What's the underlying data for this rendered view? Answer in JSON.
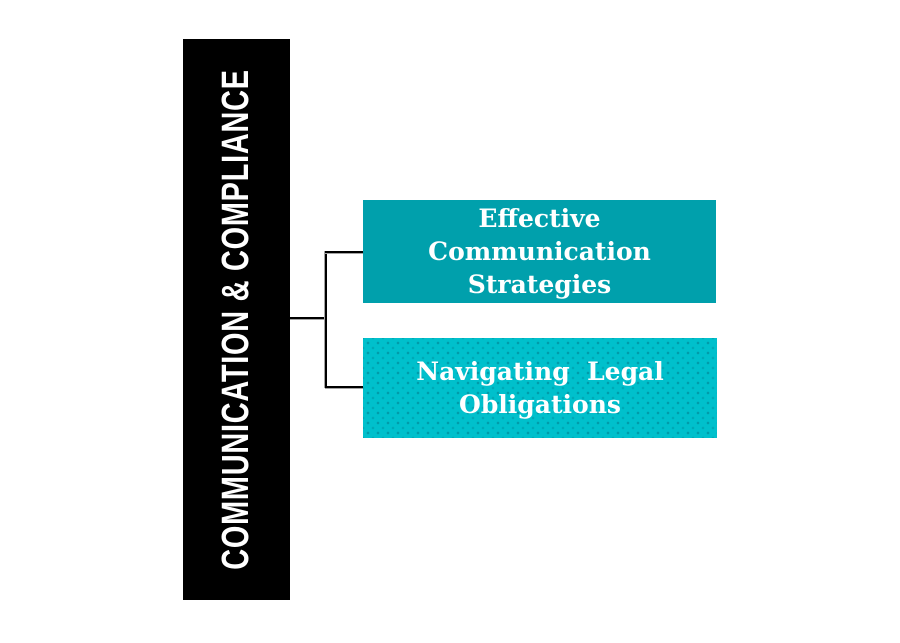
{
  "diagram": {
    "root_node": {
      "label": "COMMUNICATION & COMPLIANCE"
    },
    "child_nodes": [
      {
        "id": "effective-communication-strategies",
        "lines": [
          "Effective",
          "Communication",
          "Strategies"
        ]
      },
      {
        "id": "navigating-legal-obligations",
        "lines": [
          "Navigating  Legal",
          "Obligations"
        ]
      }
    ],
    "colors": {
      "background": "#ffffff",
      "root_bg": "#000000",
      "root_text": "#ffffff",
      "child1_bg": "#00a0ac",
      "child2_bg": "#00c0cc",
      "child2_dot": "#007d8c",
      "child_text": "#ffffff",
      "connector": "#000000",
      "connector_shadow": "#a3a3a3"
    }
  }
}
